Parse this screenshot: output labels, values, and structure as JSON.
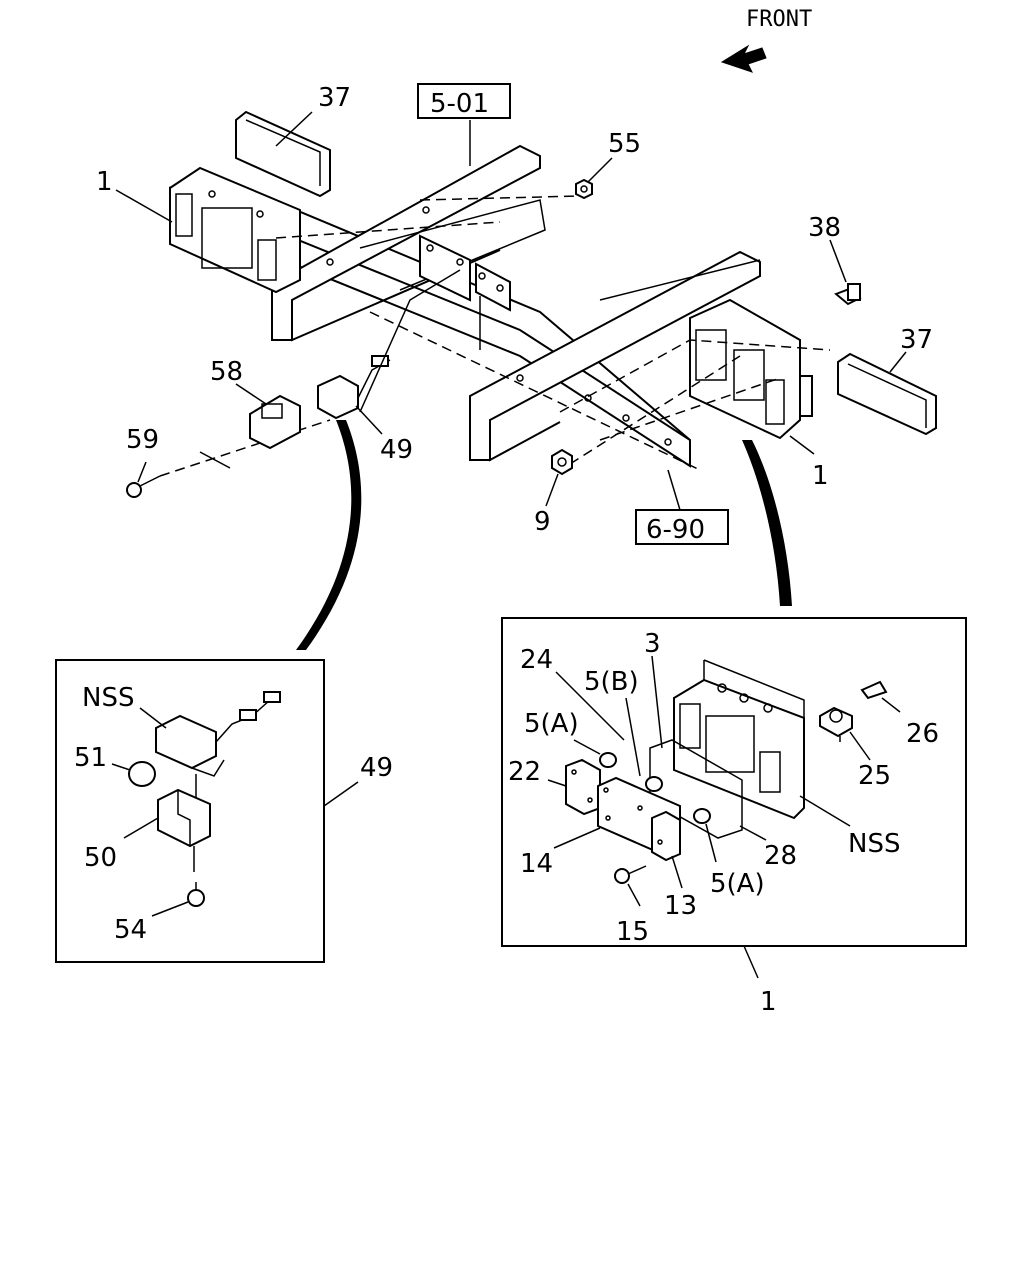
{
  "front_label": "FRONT",
  "refs": {
    "ref_501": "5-01",
    "ref_690": "6-90"
  },
  "labels": {
    "l37a": "37",
    "l1a": "1",
    "l55": "55",
    "l38": "38",
    "l37b": "37",
    "l58": "58",
    "l59": "59",
    "l49a": "49",
    "l1b": "1",
    "l9": "9",
    "d3": "3",
    "d24": "24",
    "d5b": "5(B)",
    "d5a1": "5(A)",
    "d22": "22",
    "d26": "26",
    "d25": "25",
    "d14": "14",
    "d28": "28",
    "dnss2": "NSS",
    "d5a2": "5(A)",
    "d13": "13",
    "d15": "15",
    "l1c": "1",
    "nss1": "NSS",
    "l51": "51",
    "l50": "50",
    "l54": "54",
    "l49b": "49"
  }
}
